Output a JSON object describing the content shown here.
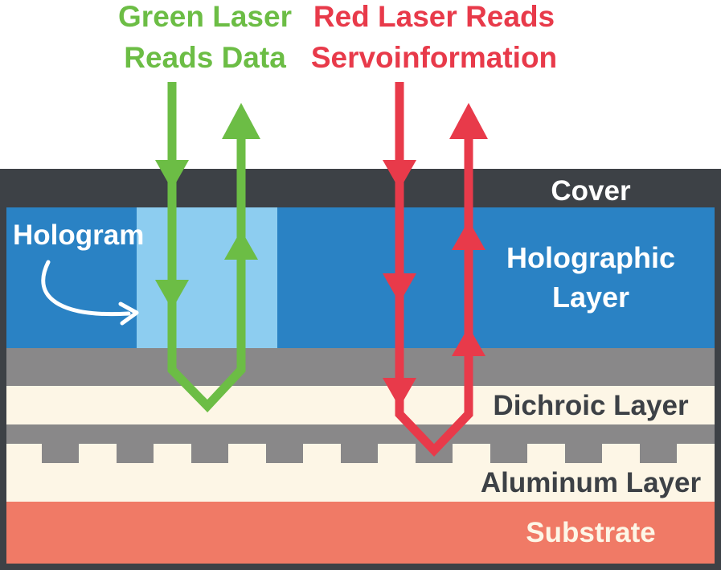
{
  "labels": {
    "green_beam": [
      "Green Laser",
      "Reads Data"
    ],
    "red_beam": [
      "Red Laser Reads",
      "Servoinformation"
    ],
    "cover": "Cover",
    "hologram": "Hologram",
    "holographic_layer": [
      "Holographic",
      "Layer"
    ],
    "dichroic_layer": "Dichroic Layer",
    "aluminum_layer": "Aluminum Layer",
    "substrate": "Substrate"
  },
  "colors": {
    "green_laser": "#6cbd45",
    "red_laser": "#e83a4a",
    "cover": "#3d4146",
    "holographic_layer": "#2a82c4",
    "hologram": "#8dcdf0",
    "gap_layer": "#898889",
    "dichroic_layer": "#fdf6e6",
    "aluminum_layer": "#fdf6e6",
    "substrate": "#f07a66",
    "label_dark": "#3d4146",
    "label_light": "#ffffff"
  }
}
